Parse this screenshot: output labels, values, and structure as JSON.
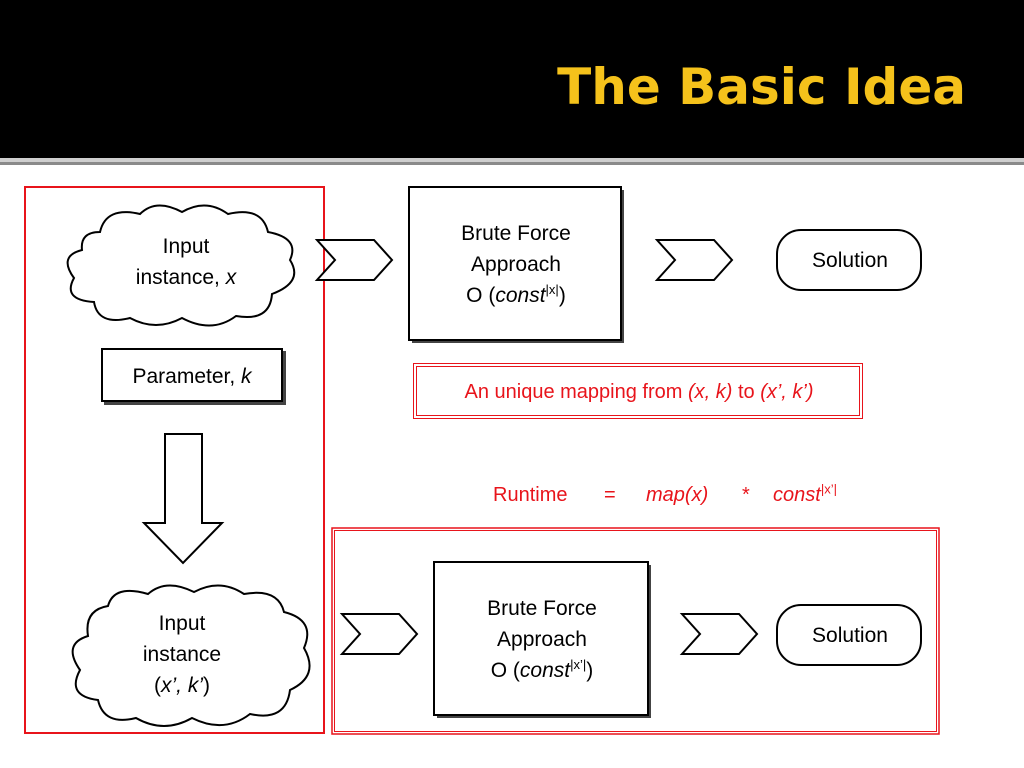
{
  "title": "The Basic Idea",
  "top_row": {
    "input_cloud": {
      "line1": "Input",
      "line2_prefix": "instance, ",
      "line2_var": "x"
    },
    "brute_force": {
      "line1": "Brute Force",
      "line2": "Approach",
      "line3_prefix": "O (",
      "line3_var": "const",
      "line3_exp": "|x|",
      "line3_suffix": ")"
    },
    "solution": "Solution"
  },
  "parameter": {
    "prefix": "Parameter, ",
    "var": "k"
  },
  "mapping": {
    "text1": "An unique mapping from ",
    "expr1": "(x, k)",
    "text2": " to ",
    "expr2": "(x’, k’)"
  },
  "runtime": {
    "label": "Runtime",
    "eq": "=",
    "term1": "map(x)",
    "op": "*",
    "term2": "const",
    "term2_exp": "|x’|"
  },
  "bottom_row": {
    "input_cloud": {
      "line1": "Input",
      "line2": "instance",
      "line3_open": "(",
      "line3_var": "x’, k’",
      "line3_close": ")"
    },
    "brute_force": {
      "line1": "Brute Force",
      "line2": "Approach",
      "line3_prefix": "O (",
      "line3_var": "const",
      "line3_exp": "|x’|",
      "line3_suffix": ")"
    },
    "solution": "Solution"
  },
  "colors": {
    "title": "#f5c21b",
    "highlight": "#e8141b"
  }
}
